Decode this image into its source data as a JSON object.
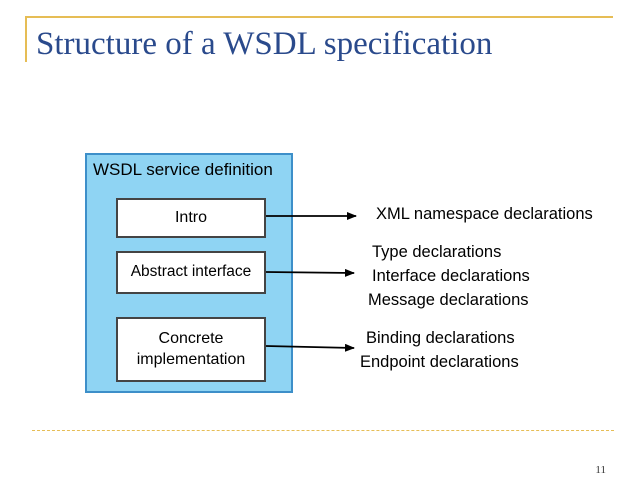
{
  "slide": {
    "title": "Structure of a WSDL specification",
    "page_number": "11"
  },
  "diagram": {
    "container_label": "WSDL service definition",
    "parts": [
      {
        "label": "Intro",
        "declarations": [
          "XML namespace declarations"
        ]
      },
      {
        "label": "Abstract interface",
        "declarations": [
          "Type declarations",
          "Interface declarations",
          "Message declarations"
        ]
      },
      {
        "label": "Concrete\nimplementation",
        "declarations": [
          "Binding declarations",
          "Endpoint declarations"
        ]
      }
    ],
    "colors": {
      "title": "#2a4a8c",
      "accent_rule": "#e6bd55",
      "container_fill": "#8fd4f3",
      "container_border": "#3d8fc9"
    }
  }
}
